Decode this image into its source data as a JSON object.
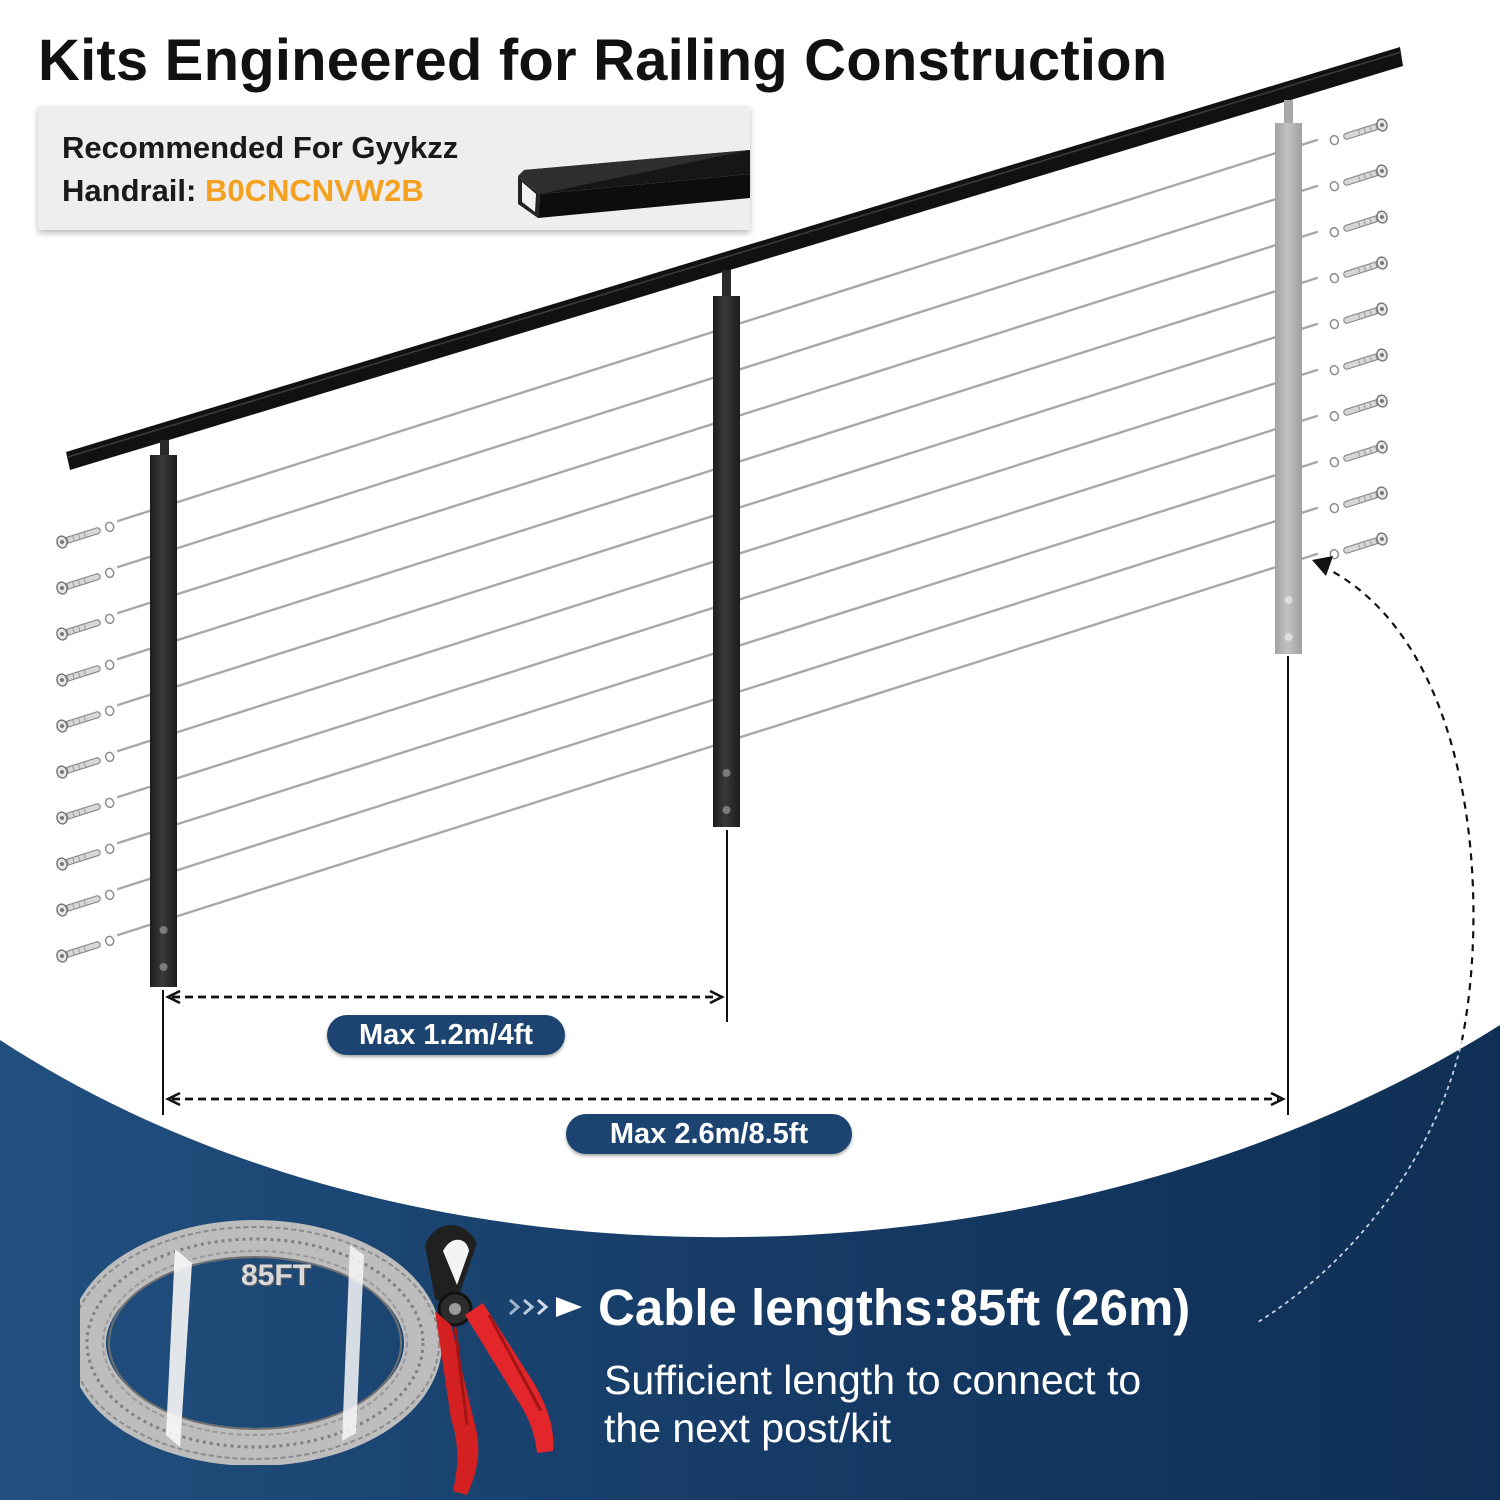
{
  "title": "Kits Engineered for Railing Construction",
  "recommendation": {
    "line1": "Recommended For Gyykzz",
    "handrail_label": "Handrail: ",
    "product_code": "B0CNCNVW2B",
    "code_color": "#f5a11f"
  },
  "dimensions": {
    "post_spacing": "Max 1.2m/4ft",
    "kit_span": "Max 2.6m/8.5ft"
  },
  "coil_label": "85FT",
  "cable": {
    "headline": "Cable lengths:85ft (26m)",
    "description_line1": "Sufficient length to connect to",
    "description_line2": "the next post/kit"
  },
  "colors": {
    "navy": "#1d4470",
    "post": "#2b2b2b",
    "ghost_post": "#b4b4b4",
    "cable": "#a8a8a8"
  },
  "icons": [
    "handrail-tube-icon",
    "cable-coil-icon",
    "cable-cutter-icon",
    "triple-arrow-icon",
    "tensioner-icon"
  ]
}
